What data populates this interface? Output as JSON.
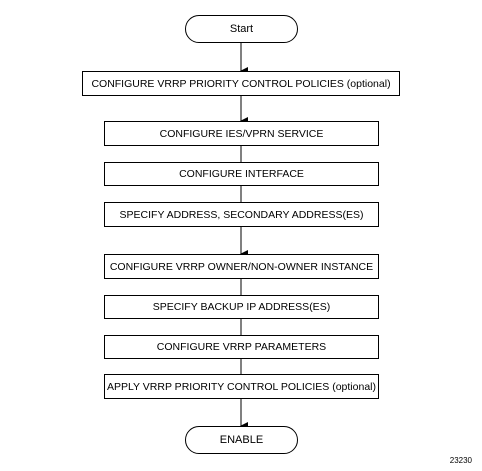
{
  "diagram": {
    "type": "flowchart",
    "start_label": "Start",
    "steps": [
      "CONFIGURE VRRP PRIORITY CONTROL POLICIES (optional)",
      "CONFIGURE IES/VPRN SERVICE",
      "CONFIGURE INTERFACE",
      "SPECIFY ADDRESS, SECONDARY ADDRESS(ES)",
      "CONFIGURE VRRP OWNER/NON-OWNER INSTANCE",
      "SPECIFY BACKUP IP ADDRESS(ES)",
      "CONFIGURE VRRP PARAMETERS",
      "APPLY VRRP PRIORITY CONTROL POLICIES (optional)"
    ],
    "end_label": "ENABLE",
    "figure_id": "23230"
  }
}
